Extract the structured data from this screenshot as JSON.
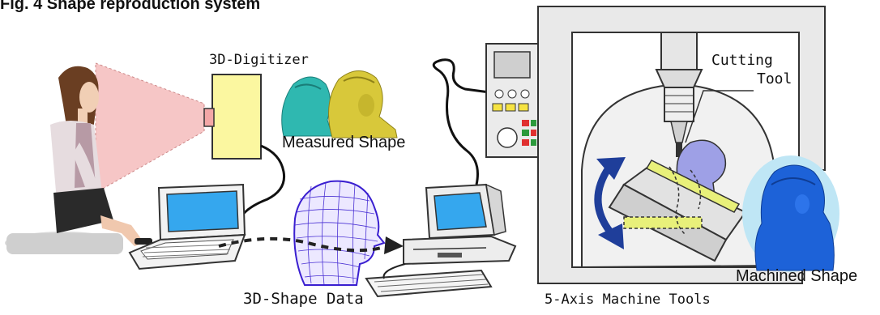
{
  "figure": {
    "heading": "Fig. 4 Shape reproduction system"
  },
  "labels": {
    "digitizer": "3D-Digitizer",
    "measured_shape": "Measured Shape",
    "shape_data": "3D-Shape Data",
    "cutting_tool_line1": "Cutting",
    "cutting_tool_line2": "Tool",
    "machine_tools": "5-Axis Machine Tools",
    "machined_shape": "Machined Shape"
  },
  "colors": {
    "digitizer_body": "#fbf7a0",
    "scan_beam": "#f6c6c6",
    "screen": "#35a7ee",
    "wireframe": "#3a1fd0",
    "measured_teal": "#2fb8b0",
    "measured_gold": "#d8c83a",
    "machined_blue": "#1d62d8",
    "machine_frame": "#e9e9e9",
    "arrow_navy": "#1f3e9a",
    "fixture_yellow": "#e8f07a"
  }
}
